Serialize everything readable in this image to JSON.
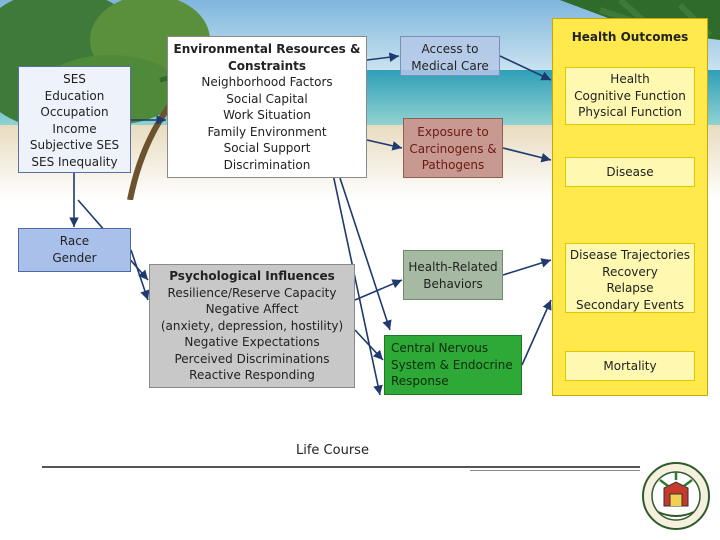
{
  "ses": {
    "title": "SES",
    "items": [
      "Education",
      "Occupation",
      "Income",
      "Subjective SES",
      "SES Inequality"
    ]
  },
  "race": {
    "items": [
      "Race",
      "Gender"
    ]
  },
  "environmental": {
    "title": [
      "Environmental Resources &",
      "Constraints"
    ],
    "items": [
      "Neighborhood Factors",
      "Social Capital",
      "Work Situation",
      "Family Environment",
      "Social Support",
      "Discrimination"
    ]
  },
  "psychological": {
    "title": "Psychological Influences",
    "items": [
      "Resilience/Reserve Capacity",
      "Negative Affect",
      "(anxiety, depression, hostility)",
      "Negative Expectations",
      "Perceived Discriminations",
      "Reactive Responding"
    ]
  },
  "access": {
    "lines": [
      "Access to",
      "Medical Care"
    ]
  },
  "exposure": {
    "lines": [
      "Exposure to",
      "Carcinogens &",
      "Pathogens"
    ]
  },
  "behaviors": {
    "lines": [
      "Health-Related",
      "Behaviors"
    ]
  },
  "cns": {
    "lines": [
      "Central Nervous",
      "System & Endocrine",
      "Response"
    ]
  },
  "outcomes": {
    "title": "Health Outcomes",
    "health": {
      "title": "Health",
      "items": [
        "Cognitive Function",
        "Physical Function"
      ]
    },
    "disease": "Disease",
    "trajectories": {
      "title": "Disease Trajectories",
      "items": [
        "Recovery",
        "Relapse",
        "Secondary Events"
      ]
    },
    "mortality": "Mortality"
  },
  "life_course": "Life Course",
  "colors": {
    "outcomes_panel": "#ffe94d",
    "cns_box": "#2ea836",
    "exposure_box": "#c79990",
    "race_box": "#a9c0ea",
    "psych_box": "#c8c8c8",
    "arrow": "#1f3a6e"
  },
  "icons": {
    "logo": "university-seal-icon"
  }
}
